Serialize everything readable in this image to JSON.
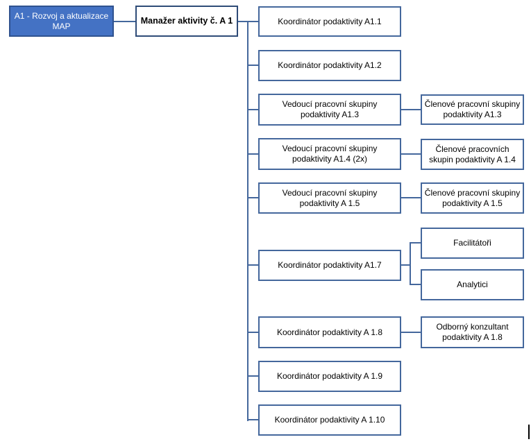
{
  "diagram": {
    "root": {
      "label": "A1 - Rozvoj a aktualizace MAP"
    },
    "manager": {
      "label": "Manažer aktivity č. A 1"
    },
    "level1": [
      {
        "label": "Koordinátor podaktivity A1.1"
      },
      {
        "label": "Koordinátor podaktivity A1.2"
      },
      {
        "label": "Vedoucí pracovní skupiny podaktivity A1.3"
      },
      {
        "label": "Vedoucí pracovní skupiny podaktivity A1.4 (2x)"
      },
      {
        "label": "Vedoucí pracovní skupiny podaktivity A 1.5"
      },
      {
        "label": "Koordinátor podaktivity A1.7"
      },
      {
        "label": "Koordinátor podaktivity A 1.8"
      },
      {
        "label": "Koordinátor podaktivity A 1.9"
      },
      {
        "label": "Koordinátor podaktivity A 1.10"
      }
    ],
    "level2": [
      {
        "label": "Členové pracovní skupiny podaktivity A1.3",
        "parent": "Vedoucí pracovní skupiny podaktivity A1.3"
      },
      {
        "label": "Členové pracovních skupin podaktivity A 1.4",
        "parent": "Vedoucí pracovní skupiny podaktivity A1.4 (2x)"
      },
      {
        "label": "Členové pracovní skupiny podaktivity A 1.5",
        "parent": "Vedoucí pracovní skupiny podaktivity A 1.5"
      },
      {
        "label": "Facilitátoři",
        "parent": "Koordinátor podaktivity A1.7"
      },
      {
        "label": "Analytici",
        "parent": "Koordinátor podaktivity A1.7"
      },
      {
        "label": "Odborný konzultant podaktivity A 1.8",
        "parent": "Koordinátor podaktivity A 1.8"
      }
    ],
    "colors": {
      "root_fill": "#4472C4",
      "root_border": "#2F528F",
      "box_border": "#44679C",
      "manager_border": "#2E4B77",
      "connector": "#44679C",
      "root_text": "#FFFFFF",
      "text": "#000000"
    }
  }
}
